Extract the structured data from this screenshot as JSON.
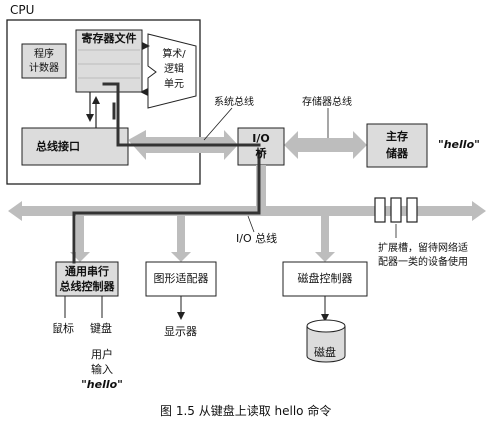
{
  "cpu": {
    "label": "CPU",
    "register_file": "寄存器文件",
    "pc_line1": "程序",
    "pc_line2": "计数器",
    "alu_line1": "算术/",
    "alu_line2": "逻辑",
    "alu_line3": "单元",
    "bus_interface": "总线接口"
  },
  "buses": {
    "system_bus": "系统总线",
    "memory_bus": "存储器总线",
    "io_bus": "I/O 总线"
  },
  "io_bridge": {
    "line1": "I/O",
    "line2": "桥"
  },
  "main_memory": {
    "line1": "主存",
    "line2": "储器",
    "contents": "\"hello\""
  },
  "usb_controller": {
    "line1": "通用串行",
    "line2": "总线控制器"
  },
  "graphics_adapter": "图形适配器",
  "disk_controller": "磁盘控制器",
  "expansion_slots": {
    "line1": "扩展槽，留待网络适",
    "line2": "配器一类的设备使用"
  },
  "devices": {
    "mouse": "鼠标",
    "keyboard": "键盘",
    "display": "显示器",
    "disk": "磁盘"
  },
  "user_input": {
    "line1": "用户",
    "line2": "输入",
    "value": "\"hello\""
  },
  "caption": "图 1.5   从键盘上读取 hello 命令",
  "colors": {
    "component_fill": "#dcdcdc",
    "bus_gray": "#bdbdbd",
    "data_path": "#333333",
    "outline": "#222222"
  }
}
